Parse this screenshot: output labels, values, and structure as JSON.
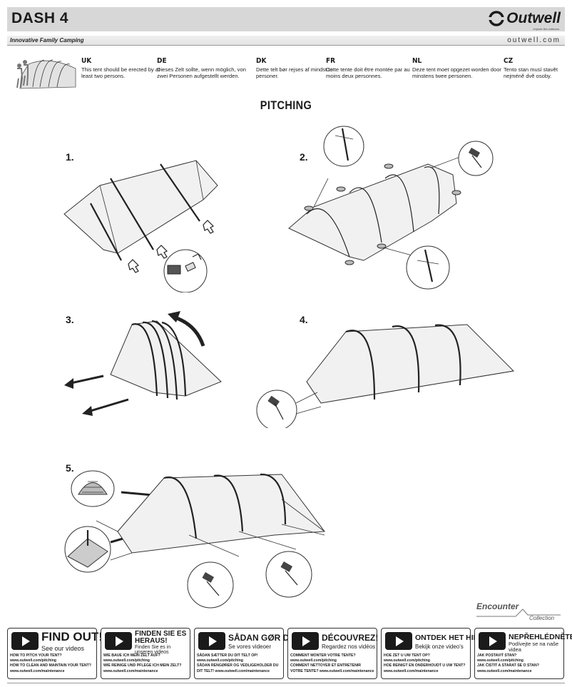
{
  "header": {
    "title": "DASH 4",
    "brand": "Outwell",
    "brand_tagline": "explore the outdoors",
    "tagline": "Innovative Family Camping",
    "website": "outwell.com"
  },
  "languages": [
    {
      "code": "UK",
      "text": "This tent should be erected by at least two persons."
    },
    {
      "code": "DE",
      "text": "Dieses Zelt sollte, wenn möglich, von zwei Personen aufgestellt werden."
    },
    {
      "code": "DK",
      "text": "Dette telt bør rejses af mindst to personer."
    },
    {
      "code": "FR",
      "text": "Cette tente doit être montée par au moins deux personnes."
    },
    {
      "code": "NL",
      "text": "Deze tent moet opgezet worden door minstens twee personen."
    },
    {
      "code": "CZ",
      "text": "Tento stan musí stavět nejméně dvě osoby."
    }
  ],
  "section_title": "PITCHING",
  "steps": [
    "1.",
    "2.",
    "3.",
    "4.",
    "5."
  ],
  "collection": {
    "name": "Encounter",
    "label": "Collection"
  },
  "cards": [
    {
      "head": "FIND OUT!",
      "sub": "See our videos",
      "l1": "HOW TO PITCH YOUR TENT?",
      "l2": "www.outwell.com/pitching",
      "l3": "HOW TO CLEAN AND MAINTAIN YOUR TENT?",
      "l4": "www.outwell.com/maintenance"
    },
    {
      "head": "FINDEN SIE ES HERAUS!",
      "sub": "Finden Sie es in unseren videos",
      "l1": "WIE BAUE ICH MEIN ZELT AUF?",
      "l2": "www.outwell.com/pitching",
      "l3": "WIE REINIGE UND PFLEGE ICH MEIN ZELT?",
      "l4": "www.outwell.com/maintenance"
    },
    {
      "head": "SÅDAN GØR DU!",
      "sub": "Se vores videoer",
      "l1": "SÅDAN SÆTTER DU DIT TELT OP!",
      "l2": "www.outwell.com/pitching",
      "l3": "SÅDAN RENGØRER OG VEDLIGEHOLDER DU",
      "l4": "DIT TELT! www.outwell.com/maintenance"
    },
    {
      "head": "DÉCOUVREZ!",
      "sub": "Regardez nos vidéos",
      "l1": "COMMENT MONTER VOTRE TENTE?",
      "l2": "www.outwell.com/pitching",
      "l3": "COMMENT NETTOYER ET ENTRETENIR",
      "l4": "VOTRE TENTE? www.outwell.com/maintenance"
    },
    {
      "head": "ONTDEK HET HIER!",
      "sub": "Bekijk onze video's",
      "l1": "HOE ZET U UW TENT OP?",
      "l2": "www.outwell.com/pitching",
      "l3": "HOE REINIGT EN ONDERHOUDT U UW TENT?",
      "l4": "www.outwell.com/maintenance"
    },
    {
      "head": "NEPŘEHLÉDNĚTE!",
      "sub": "Podívejte se na naše videa",
      "l1": "JAK POSTAVIT STAN?",
      "l2": "www.outwell.com/pitching",
      "l3": "JAK ČISTIT A STARAT SE O STAN?",
      "l4": "www.outwell.com/maintenance"
    }
  ]
}
